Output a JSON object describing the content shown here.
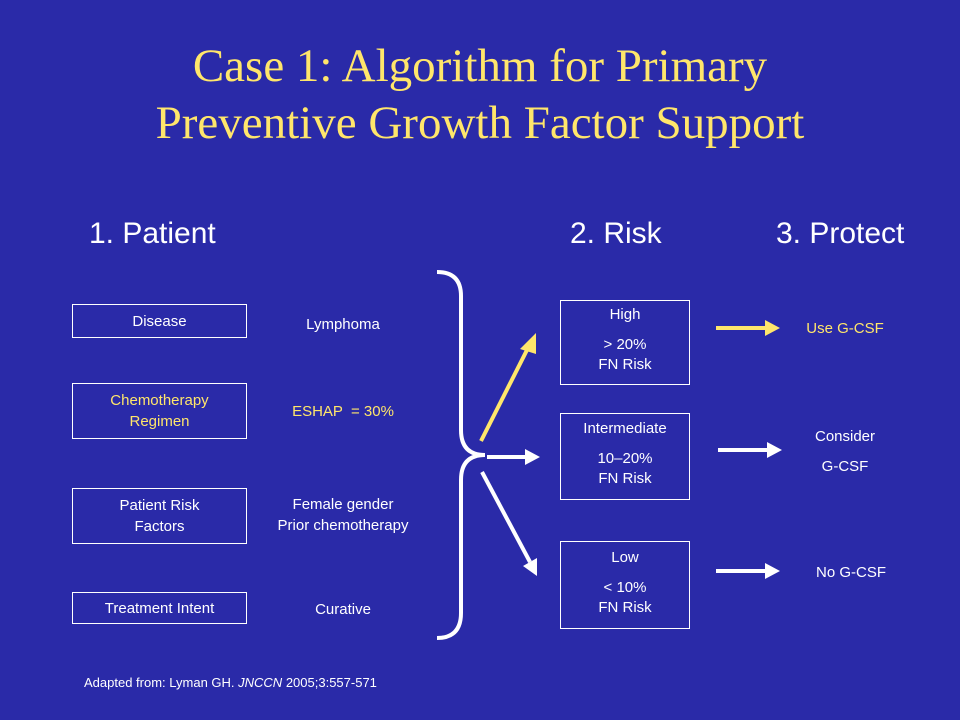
{
  "title": {
    "line1": "Case 1: Algorithm for Primary",
    "line2": "Preventive Growth Factor Support"
  },
  "columns": {
    "patient": "1. Patient",
    "risk": "2. Risk",
    "protect": "3. Protect"
  },
  "patient_rows": [
    {
      "label": [
        "Disease"
      ],
      "value": [
        "Lymphoma"
      ]
    },
    {
      "label": [
        "Chemotherapy",
        "Regimen"
      ],
      "value": [
        "ESHAP  = 30%"
      ]
    },
    {
      "label": [
        "Patient Risk",
        "Factors"
      ],
      "value": [
        "Female gender",
        "Prior chemotherapy"
      ]
    },
    {
      "label": [
        "Treatment Intent"
      ],
      "value": [
        "Curative"
      ]
    }
  ],
  "risk_levels": [
    {
      "level": "High",
      "range": "> 20%",
      "note": "FN Risk"
    },
    {
      "level": "Intermediate",
      "range": "10–20%",
      "note": "FN Risk"
    },
    {
      "level": "Low",
      "range": "< 10%",
      "note": "FN Risk"
    }
  ],
  "protect": {
    "high": "Use G-CSF",
    "intermediate": [
      "Consider",
      "G-CSF"
    ],
    "low": "No G-CSF"
  },
  "footer": {
    "prefix": "Adapted from: Lyman GH. ",
    "journal": "JNCCN",
    "citation": " 2005;3:557-571"
  },
  "colors": {
    "background": "#2a2aa8",
    "accent": "#ffe66b",
    "text": "#ffffff"
  }
}
